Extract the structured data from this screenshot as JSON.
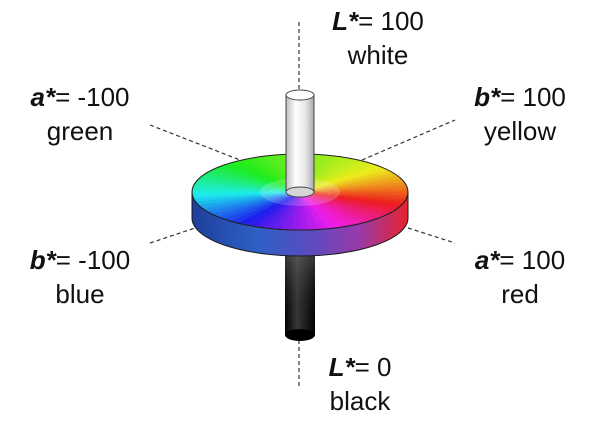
{
  "diagram": {
    "axes": {
      "l_top": {
        "var": "L*",
        "value": "= 100",
        "name": "white"
      },
      "l_bottom": {
        "var": "L*",
        "value": "= 0",
        "name": "black"
      },
      "a_neg": {
        "var": "a*",
        "value": "= -100",
        "name": "green"
      },
      "a_pos": {
        "var": "a*",
        "value": "= 100",
        "name": "red"
      },
      "b_pos": {
        "var": "b*",
        "value": "= 100",
        "name": "yellow"
      },
      "b_neg": {
        "var": "b*",
        "value": "= -100",
        "name": "blue"
      }
    },
    "colors": {
      "text": "#111111",
      "leader_line": "#333333",
      "disc_side_left": "#1f4fb4",
      "disc_side_mid": "#7a3ec0",
      "disc_side_right": "#e0262e"
    }
  }
}
